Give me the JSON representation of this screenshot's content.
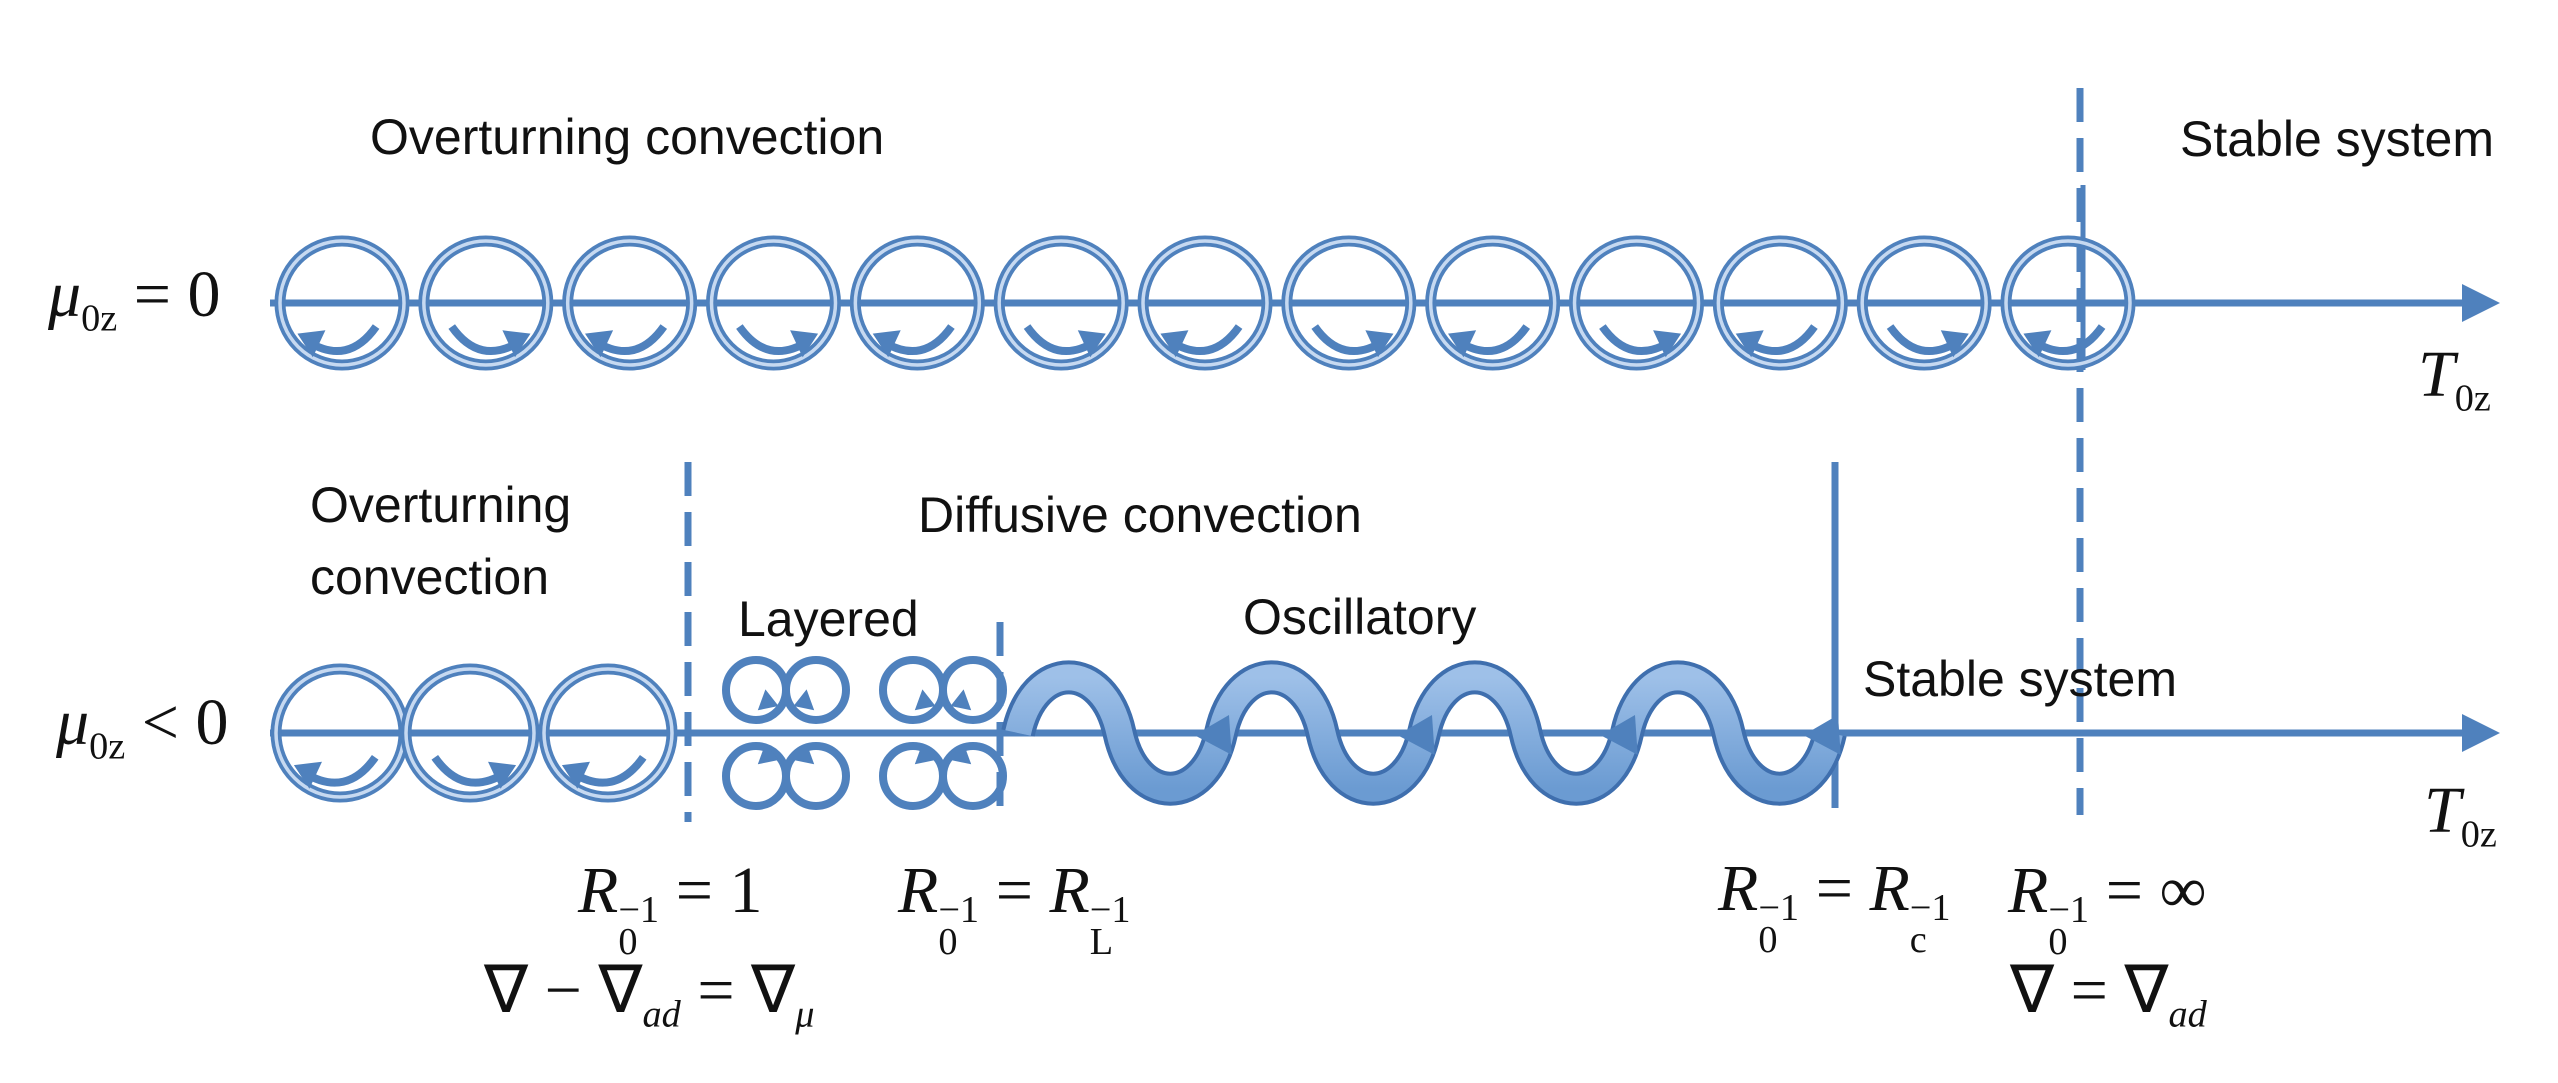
{
  "colors": {
    "accent": "#4f81bd",
    "accent_light": "#8db3e2",
    "text": "#111111"
  },
  "top": {
    "row_symbol": "μ",
    "row_sub": "0z",
    "row_rel": "= 0",
    "axis_symbol": "T",
    "axis_sub": "0z",
    "regime_left": "Overturning convection",
    "regime_right": "Stable system"
  },
  "bottom": {
    "row_symbol": "μ",
    "row_sub": "0z",
    "row_rel": "< 0",
    "axis_symbol": "T",
    "axis_sub": "0z",
    "regime_overturning_line1": "Overturning",
    "regime_overturning_line2": "convection",
    "regime_diffusive": "Diffusive convection",
    "sub_layered": "Layered",
    "sub_oscillatory": "Oscillatory",
    "regime_stable": "Stable system"
  },
  "boundaries": {
    "b1": {
      "lhs": "R",
      "lhs_sub": "0",
      "sup": "−1",
      "rel": "= 1"
    },
    "b2": {
      "lhs": "R",
      "lhs_sub": "0",
      "sup": "−1",
      "rel": "=",
      "rhs": "R",
      "rhs_sub": "L",
      "rhs_sup": "−1"
    },
    "b3": {
      "lhs": "R",
      "lhs_sub": "0",
      "sup": "−1",
      "rel": "=",
      "rhs": "R",
      "rhs_sub": "c",
      "rhs_sup": "−1"
    },
    "b4": {
      "lhs": "R",
      "lhs_sub": "0",
      "sup": "−1",
      "rel": "= ∞"
    },
    "grad1": {
      "nabla": "∇",
      "minus": "−",
      "nabla2": "∇",
      "sub": "ad",
      "rel": "=",
      "nabla3": "∇",
      "sub2": "μ"
    },
    "grad2": {
      "nabla": "∇",
      "rel": "=",
      "nabla2": "∇",
      "sub": "ad"
    }
  },
  "top_cells": 13,
  "bottom_overturning_cells": 3,
  "bottom_waves": 4
}
